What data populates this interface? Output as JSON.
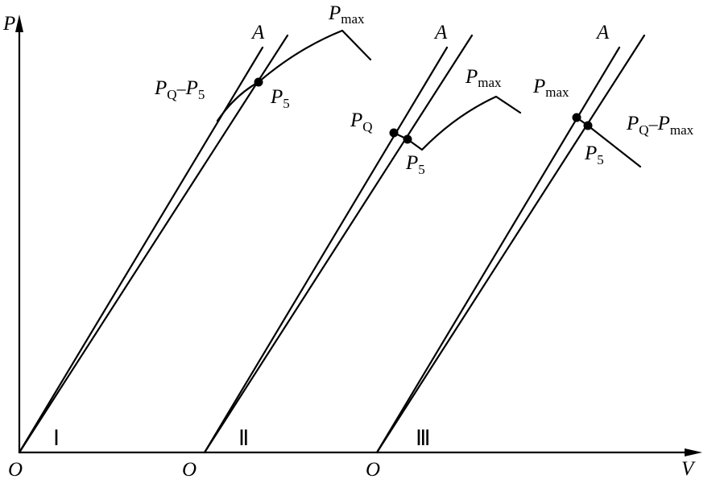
{
  "axes": {
    "y_label": "P",
    "x_label": "V",
    "origin_label": "O"
  },
  "cases": [
    {
      "id": "I",
      "roman": "Ⅰ",
      "origin": "O",
      "line_label": "A",
      "labels": {
        "pmax_main": "P",
        "pmax_sub": "max",
        "pq_p5_p1": "P",
        "pq_p5_s1": "Q",
        "pq_p5_dash": "–",
        "pq_p5_p2": "P",
        "pq_p5_s2": "5",
        "p5_main": "P",
        "p5_sub": "5"
      }
    },
    {
      "id": "II",
      "roman": "Ⅱ",
      "origin": "O",
      "line_label": "A",
      "labels": {
        "pmax_main": "P",
        "pmax_sub": "max",
        "pq_main": "P",
        "pq_sub": "Q",
        "p5_main": "P",
        "p5_sub": "5"
      }
    },
    {
      "id": "III",
      "roman": "Ⅲ",
      "origin": "O",
      "line_label": "A",
      "labels": {
        "pmax_main": "P",
        "pmax_sub": "max",
        "pq_pmax_p1": "P",
        "pq_pmax_s1": "Q",
        "pq_pmax_dash": "–",
        "pq_pmax_p2": "P",
        "pq_pmax_s2": "max",
        "p5_main": "P",
        "p5_sub": "5"
      }
    }
  ]
}
